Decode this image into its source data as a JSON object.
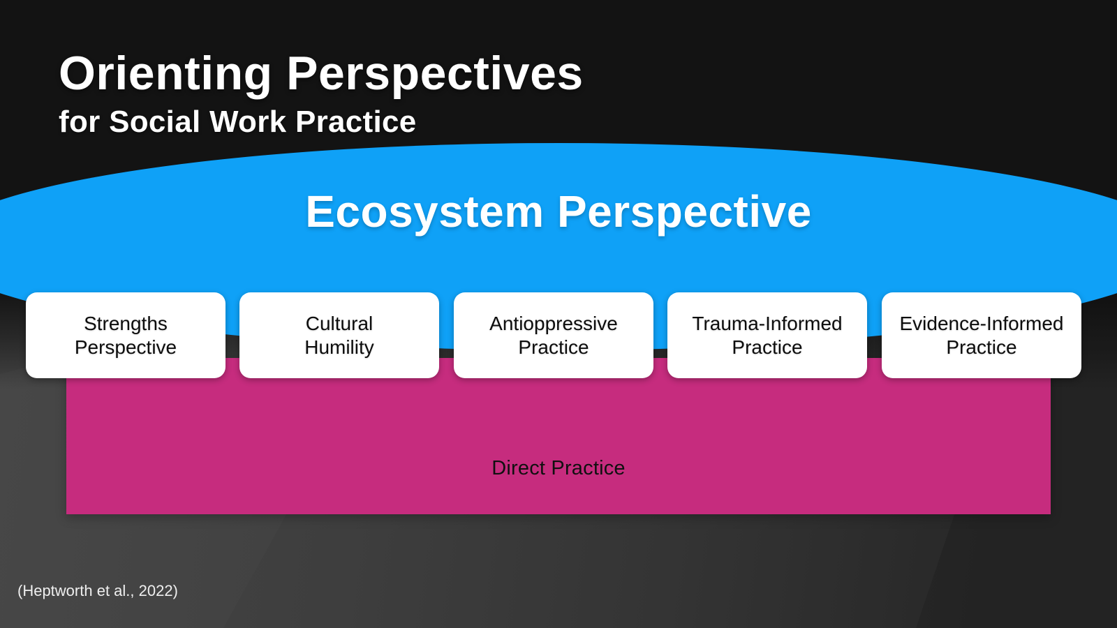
{
  "header": {
    "title": "Orienting Perspectives",
    "subtitle": "for Social Work Practice"
  },
  "ecosystem": {
    "label": "Ecosystem Perspective"
  },
  "cards": [
    {
      "line1": "Strengths",
      "line2": "Perspective"
    },
    {
      "line1": "Cultural",
      "line2": "Humility"
    },
    {
      "line1": "Antioppressive",
      "line2": "Practice"
    },
    {
      "line1": "Trauma-Informed",
      "line2": "Practice"
    },
    {
      "line1": "Evidence-Informed",
      "line2": "Practice"
    }
  ],
  "direct_practice": {
    "label": "Direct Practice"
  },
  "footer": {
    "citation": "(Heptworth et al., 2022)"
  },
  "colors": {
    "ellipse-blue": "#0fa1f7",
    "band-pink": "#c62c7e",
    "card-bg": "#ffffff",
    "card-text": "#0d0d0d",
    "title-text": "#ffffff",
    "bg-top": "#131313",
    "bg-bottom-left": "#454545",
    "bg-bottom-right": "#272727"
  }
}
